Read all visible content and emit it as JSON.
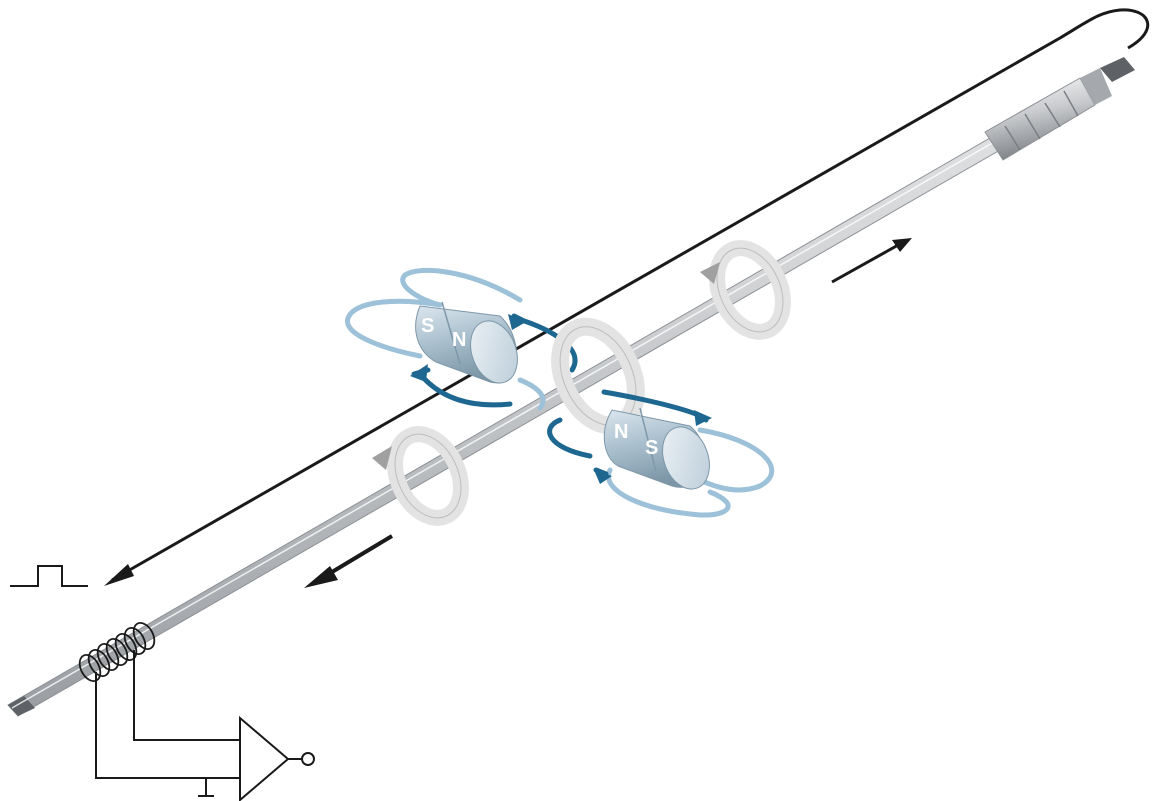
{
  "magnets": [
    {
      "left_pole": "S",
      "right_pole": "N"
    },
    {
      "left_pole": "N",
      "right_pole": "S"
    }
  ],
  "colors": {
    "field_line_light": "#9cc1d8",
    "field_line_dark": "#1d6790",
    "rod": "#d9dcdf",
    "wire": "#1a1a1a",
    "magnet_body": "#b7cbd8",
    "twist_arrow": "#d6d6d6"
  }
}
